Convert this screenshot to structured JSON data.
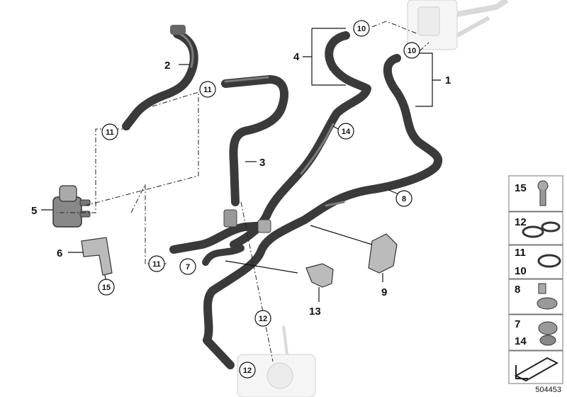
{
  "callouts": {
    "c1": "1",
    "c2": "2",
    "c3": "3",
    "c4": "4",
    "c5": "5",
    "c6": "6",
    "c7": "7",
    "c8": "8",
    "c9": "9",
    "c10a": "10",
    "c10b": "10",
    "c11a": "11",
    "c11b": "11",
    "c11c": "11",
    "c12a": "12",
    "c12b": "12",
    "c13": "13",
    "c14": "14",
    "c15": "15"
  },
  "legend": {
    "r1": "15",
    "r2": "12",
    "r3a": "11",
    "r3b": "10",
    "r4": "8",
    "r5a": "7",
    "r5b": "14"
  },
  "reference_number": "504453",
  "colors": {
    "hose": "#3a3a3a",
    "hose_highlight": "#7c7c7c",
    "outline": "#111111",
    "faded_part": "#c8c8c8"
  }
}
